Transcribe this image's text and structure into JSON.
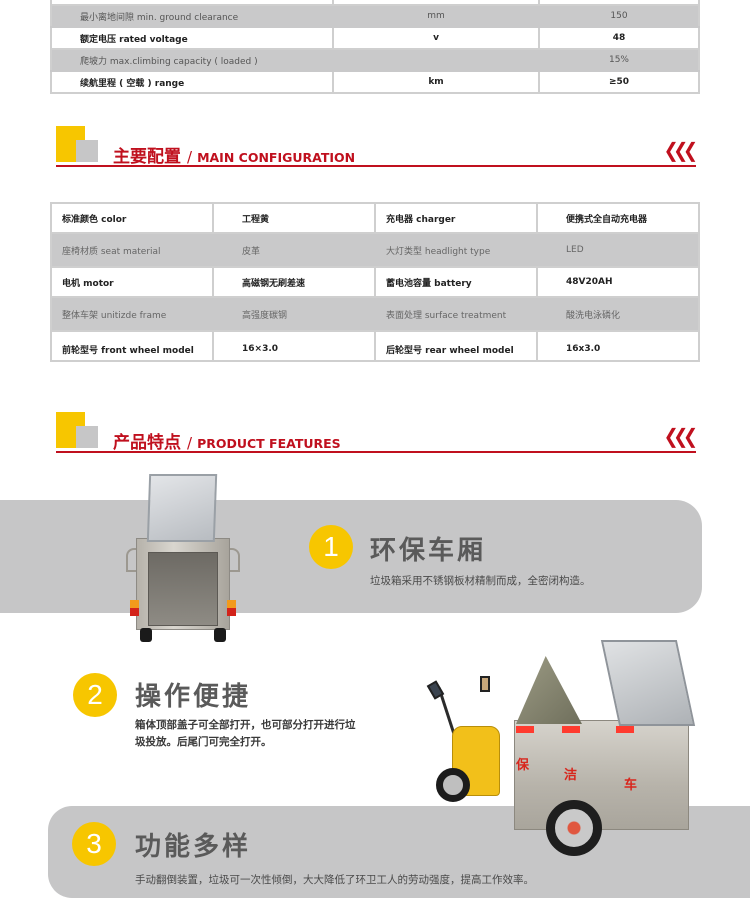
{
  "spec_table": {
    "rows": [
      {
        "label": "",
        "unit": "",
        "value": "",
        "style": "first"
      },
      {
        "label": "最小离地间隙 min. ground clearance",
        "unit": "mm",
        "value": "150",
        "style": "grey"
      },
      {
        "label": "额定电压 rated voltage",
        "unit": "v",
        "value": "48",
        "style": "white"
      },
      {
        "label": "爬坡力 max.climbing capacity ( loaded )",
        "unit": "",
        "value": "15%",
        "style": "grey"
      },
      {
        "label": "续航里程 ( 空载 ) range",
        "unit": "km",
        "value": "≥50",
        "style": "white"
      }
    ]
  },
  "config_section": {
    "title_cn": "主要配置",
    "separator": "/",
    "title_en": "MAIN CONFIGURATION",
    "chevron": "❮❮❮"
  },
  "config_table": {
    "rows": [
      {
        "style": "white",
        "cells": [
          "标准颜色 color",
          "工程黄",
          "充电器 charger",
          "便携式全自动充电器"
        ]
      },
      {
        "style": "grey",
        "cells": [
          "座椅材质 seat material",
          "皮革",
          "大灯类型 headlight type",
          "LED"
        ]
      },
      {
        "style": "white",
        "cells": [
          "电机 motor",
          "高磁钢无刷差速",
          "蓄电池容量 battery",
          "48V20AH"
        ]
      },
      {
        "style": "grey",
        "cells": [
          "整体车架 unitizde frame",
          "高强度碳钢",
          "表面处理 surface treatment",
          "酸洗电泳磷化"
        ]
      },
      {
        "style": "white",
        "cells": [
          "前轮型号 front wheel model",
          "16×3.0",
          "后轮型号 rear wheel model",
          "16x3.0"
        ]
      }
    ]
  },
  "features_section": {
    "title_cn": "产品特点",
    "separator": "/",
    "title_en": "PRODUCT FEATURES",
    "chevron": "❮❮❮"
  },
  "features": [
    {
      "number": "1",
      "title": "环保车厢",
      "desc": "垃圾箱采用不锈钢板材精制而成，全密闭构造。"
    },
    {
      "number": "2",
      "title": "操作便捷",
      "desc_line1": "箱体顶部盖子可全部打开，也可部分打开进行垃",
      "desc_line2": "圾投放。后尾门可完全打开。"
    },
    {
      "number": "3",
      "title": "功能多样",
      "desc": "手动翻倒装置，垃圾可一次性倾倒，大大降低了环卫工人的劳动强度，提高工作效率。"
    }
  ],
  "product_images": {
    "trike_side_text": [
      "保",
      "洁",
      "车"
    ]
  },
  "colors": {
    "accent_red": "#c0101e",
    "accent_yellow": "#f7c600",
    "band_grey": "#c6c6c7",
    "row_grey": "#c9c9ca"
  }
}
